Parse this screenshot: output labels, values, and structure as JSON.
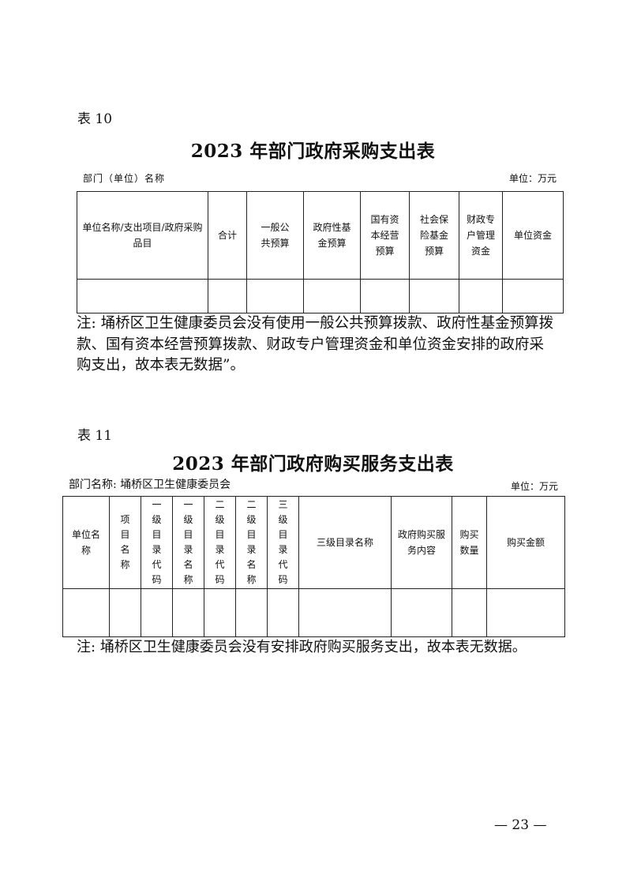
{
  "table10": {
    "label": "表 10",
    "title": "2023 年部门政府采购支出表",
    "dept": "部门（单位）名称",
    "unit": "单位：万元",
    "headers": [
      "单位名称/支出项目/政府采购品目",
      "合计",
      "一般公共预算",
      "政府性基金预算",
      "国有资本经营预算",
      "社会保险基金预算",
      "财政专户管理资金",
      "单位资金"
    ],
    "note": "注: 埇桥区卫生健康委员会没有使用一般公共预算拨款、政府性基金预算拨款、国有资本经营预算拨款、财政专户管理资金和单位资金安排的政府采购支出，故本表无数据”。"
  },
  "table11": {
    "label": "表 11",
    "title": "2023 年部门政府购买服务支出表",
    "dept": "部门名称: 埇桥区卫生健康委员会",
    "unit": "单位：万元",
    "headers": [
      "单位名称",
      "项目名称",
      "一级目录代码",
      "一级目录名称",
      "二级目录代码",
      "二级目录名称",
      "三级目录代码",
      "三级目录名称",
      "政府购买服务内容",
      "购买数量",
      "购买金额"
    ],
    "note": "注: 埇桥区卫生健康委员会没有安排政府购买服务支出，故本表无数据。"
  },
  "page_number": "— 23 —"
}
